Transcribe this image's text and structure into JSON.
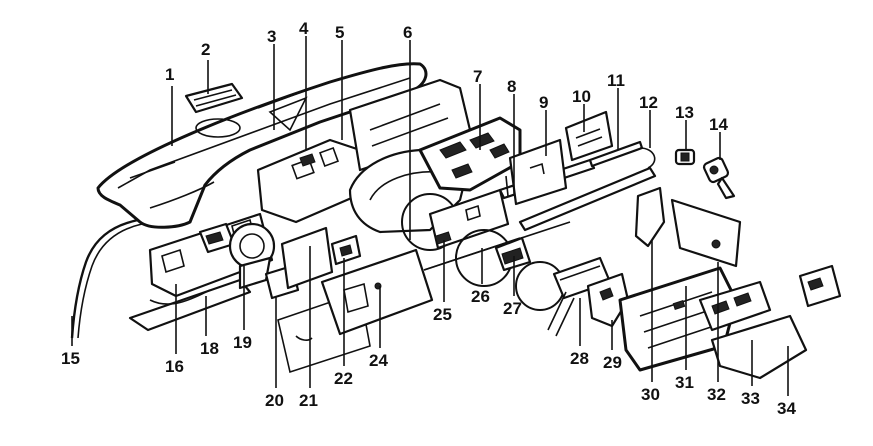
{
  "callouts": [
    {
      "id": "1",
      "label": "1"
    },
    {
      "id": "2",
      "label": "2"
    },
    {
      "id": "3",
      "label": "3"
    },
    {
      "id": "4",
      "label": "4"
    },
    {
      "id": "5",
      "label": "5"
    },
    {
      "id": "6",
      "label": "6"
    },
    {
      "id": "7",
      "label": "7"
    },
    {
      "id": "8",
      "label": "8"
    },
    {
      "id": "9",
      "label": "9"
    },
    {
      "id": "10",
      "label": "10"
    },
    {
      "id": "11",
      "label": "11"
    },
    {
      "id": "12",
      "label": "12"
    },
    {
      "id": "13",
      "label": "13"
    },
    {
      "id": "14",
      "label": "14"
    },
    {
      "id": "15",
      "label": "15"
    },
    {
      "id": "16",
      "label": "16"
    },
    {
      "id": "18",
      "label": "18"
    },
    {
      "id": "19",
      "label": "19"
    },
    {
      "id": "20",
      "label": "20"
    },
    {
      "id": "21",
      "label": "21"
    },
    {
      "id": "22",
      "label": "22"
    },
    {
      "id": "24",
      "label": "24"
    },
    {
      "id": "25",
      "label": "25"
    },
    {
      "id": "26",
      "label": "26"
    },
    {
      "id": "27",
      "label": "27"
    },
    {
      "id": "28",
      "label": "28"
    },
    {
      "id": "29",
      "label": "29"
    },
    {
      "id": "30",
      "label": "30"
    },
    {
      "id": "31",
      "label": "31"
    },
    {
      "id": "32",
      "label": "32"
    },
    {
      "id": "33",
      "label": "33"
    },
    {
      "id": "34",
      "label": "34"
    }
  ]
}
